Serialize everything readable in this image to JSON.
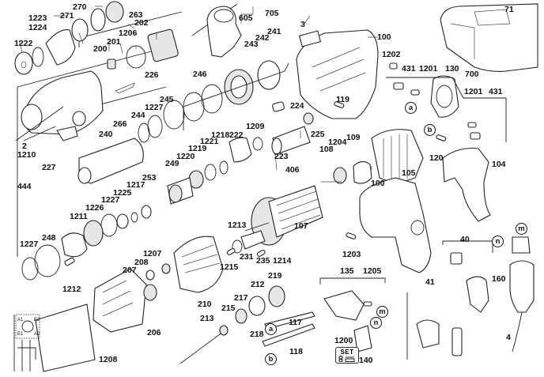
{
  "diagram": {
    "title": "Rotary hammer drill exploded parts diagram",
    "kit_badge": {
      "label": "SET",
      "part": "1200"
    },
    "wiring_terminals": [
      "A1",
      "E2",
      "E1",
      "A2"
    ],
    "connection_markers": [
      "a",
      "b",
      "m",
      "n"
    ],
    "labels": [
      {
        "id": "270",
        "text": "270"
      },
      {
        "id": "1223",
        "text": "1223"
      },
      {
        "id": "1224",
        "text": "1224"
      },
      {
        "id": "271",
        "text": "271"
      },
      {
        "id": "263",
        "text": "263"
      },
      {
        "id": "1222",
        "text": "1222"
      },
      {
        "id": "202",
        "text": "202"
      },
      {
        "id": "1206",
        "text": "1206"
      },
      {
        "id": "201",
        "text": "201"
      },
      {
        "id": "200",
        "text": "200"
      },
      {
        "id": "226",
        "text": "226"
      },
      {
        "id": "605",
        "text": "605"
      },
      {
        "id": "705",
        "text": "705"
      },
      {
        "id": "3",
        "text": "3"
      },
      {
        "id": "100a",
        "text": "100"
      },
      {
        "id": "241",
        "text": "241"
      },
      {
        "id": "242",
        "text": "242"
      },
      {
        "id": "243",
        "text": "243"
      },
      {
        "id": "246",
        "text": "246"
      },
      {
        "id": "245",
        "text": "245"
      },
      {
        "id": "1227a",
        "text": "1227"
      },
      {
        "id": "244",
        "text": "244"
      },
      {
        "id": "266",
        "text": "266"
      },
      {
        "id": "240",
        "text": "240"
      },
      {
        "id": "2",
        "text": "2"
      },
      {
        "id": "1210",
        "text": "1210"
      },
      {
        "id": "227",
        "text": "227"
      },
      {
        "id": "444",
        "text": "444"
      },
      {
        "id": "224",
        "text": "224"
      },
      {
        "id": "119",
        "text": "119"
      },
      {
        "id": "1209",
        "text": "1209"
      },
      {
        "id": "1218",
        "text": "1218"
      },
      {
        "id": "222",
        "text": "222"
      },
      {
        "id": "1221",
        "text": "1221"
      },
      {
        "id": "1219",
        "text": "1219"
      },
      {
        "id": "1220",
        "text": "1220"
      },
      {
        "id": "249",
        "text": "249"
      },
      {
        "id": "225",
        "text": "225"
      },
      {
        "id": "223",
        "text": "223"
      },
      {
        "id": "253",
        "text": "253"
      },
      {
        "id": "1217",
        "text": "1217"
      },
      {
        "id": "1225",
        "text": "1225"
      },
      {
        "id": "1227b",
        "text": "1227"
      },
      {
        "id": "1226",
        "text": "1226"
      },
      {
        "id": "1211",
        "text": "1211"
      },
      {
        "id": "248",
        "text": "248"
      },
      {
        "id": "1227c",
        "text": "1227"
      },
      {
        "id": "1212",
        "text": "1212"
      },
      {
        "id": "406",
        "text": "406"
      },
      {
        "id": "109",
        "text": "109"
      },
      {
        "id": "1204",
        "text": "1204"
      },
      {
        "id": "108",
        "text": "108"
      },
      {
        "id": "107",
        "text": "107"
      },
      {
        "id": "1213",
        "text": "1213"
      },
      {
        "id": "231",
        "text": "231"
      },
      {
        "id": "235",
        "text": "235"
      },
      {
        "id": "1214",
        "text": "1214"
      },
      {
        "id": "1215",
        "text": "1215"
      },
      {
        "id": "1207",
        "text": "1207"
      },
      {
        "id": "208",
        "text": "208"
      },
      {
        "id": "207",
        "text": "207"
      },
      {
        "id": "210",
        "text": "210"
      },
      {
        "id": "206",
        "text": "206"
      },
      {
        "id": "1208",
        "text": "1208"
      },
      {
        "id": "219",
        "text": "219"
      },
      {
        "id": "212",
        "text": "212"
      },
      {
        "id": "217",
        "text": "217"
      },
      {
        "id": "215",
        "text": "215"
      },
      {
        "id": "213",
        "text": "213"
      },
      {
        "id": "218",
        "text": "218"
      },
      {
        "id": "117",
        "text": "117"
      },
      {
        "id": "118",
        "text": "118"
      },
      {
        "id": "71",
        "text": "71"
      },
      {
        "id": "700",
        "text": "700"
      },
      {
        "id": "1202",
        "text": "1202"
      },
      {
        "id": "431a",
        "text": "431"
      },
      {
        "id": "1201a",
        "text": "1201"
      },
      {
        "id": "130",
        "text": "130"
      },
      {
        "id": "1201b",
        "text": "1201"
      },
      {
        "id": "431b",
        "text": "431"
      },
      {
        "id": "120",
        "text": "120"
      },
      {
        "id": "104",
        "text": "104"
      },
      {
        "id": "105",
        "text": "105"
      },
      {
        "id": "100b",
        "text": "100"
      },
      {
        "id": "1203",
        "text": "1203"
      },
      {
        "id": "135",
        "text": "135"
      },
      {
        "id": "1205",
        "text": "1205"
      },
      {
        "id": "1200",
        "text": "1200"
      },
      {
        "id": "140",
        "text": "140"
      },
      {
        "id": "40",
        "text": "40"
      },
      {
        "id": "41",
        "text": "41"
      },
      {
        "id": "160",
        "text": "160"
      },
      {
        "id": "4",
        "text": "4"
      }
    ]
  }
}
